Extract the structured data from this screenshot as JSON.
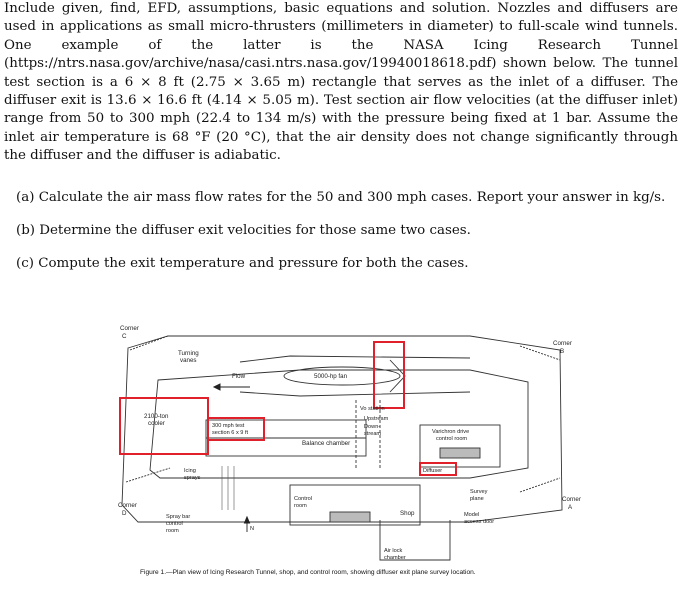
{
  "problem": {
    "intro": "Include given, find, EFD, assumptions, basic equations and solution. Nozzles and diffusers are used in applications as small micro-thrusters (millimeters in diameter) to full-scale wind tunnels. One example of the latter is the NASA Icing Research Tunnel (https://ntrs.nasa.gov/archive/nasa/casi.ntrs.nasa.gov/19940018618.pdf) shown below. The tunnel test section is a 6 × 8 ft (2.75 × 3.65 m) rectangle that serves as the inlet of a diffuser. The diffuser exit is 13.6 × 16.6 ft (4.14 × 5.05 m). Test section air flow velocities (at the diffuser inlet) range from 50 to 300 mph (22.4 to 134 m/s) with the pressure being fixed at 1 bar. Assume the inlet air temperature is 68 °F (20 °C), that the air density does not change significantly through the diffuser and the diffuser is adiabatic.",
    "questions": [
      "(a) Calculate the air mass flow rates for the 50 and 300 mph cases. Report your answer in kg/s.",
      "(b) Determine the diffuser exit velocities for those same two cases.",
      "(c) Compute the exit temperature and pressure for both the cases."
    ]
  },
  "figure": {
    "labels": {
      "corner_c": "Corner",
      "corner_c_letter": "C",
      "corner_b": "Corner",
      "corner_b_letter": "B",
      "corner_d": "Corner",
      "corner_d_letter": "D",
      "corner_a": "Corner",
      "corner_a_letter": "A",
      "turning_vanes_1": "Turning",
      "turning_vanes_2": "vanes",
      "flow": "Flow",
      "fan": "5000-hp fan",
      "cooler_1": "2100-ton",
      "cooler_2": "cooler",
      "test_section_1": "300 mph test",
      "test_section_2": "section 6 x 9 ft",
      "vo_station": "Vo station",
      "upstream": "Upstream",
      "downstream_1": "Down-",
      "downstream_2": "stream",
      "varichron_1": "Varichron drive",
      "varichron_2": "control room",
      "balance_chamber": "Balance chamber",
      "icing_sprays_1": "Icing",
      "icing_sprays_2": "sprays",
      "diffuser": "Diffuser",
      "survey_plane_1": "Survey",
      "survey_plane_2": "plane",
      "control_room_1": "Control",
      "control_room_2": "room",
      "spray_bar_1": "Spray bar",
      "spray_bar_2": "control",
      "spray_bar_3": "room",
      "shop": "Shop",
      "model_access_1": "Model",
      "model_access_2": "access door",
      "north": "N",
      "air_lock_1": "Air lock",
      "air_lock_2": "chamber"
    },
    "caption": "Figure 1.—Plan view of Icing Research Tunnel, shop, and control room, showing diffuser exit plane survey location.",
    "highlight_color": "#e0202a"
  }
}
